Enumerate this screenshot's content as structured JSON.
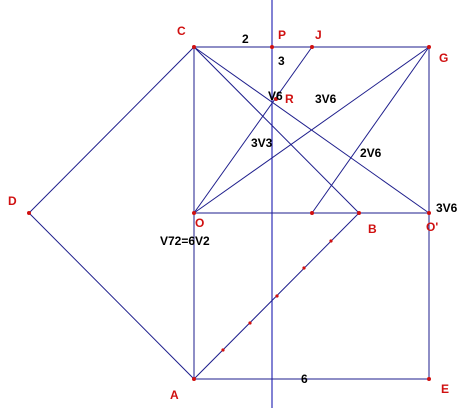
{
  "colors": {
    "line": "#1e1e8c",
    "axis": "#2f2fb8",
    "point": "#d01010",
    "point_label": "#d01010",
    "length_label": "#000000",
    "background": "#ffffff"
  },
  "point_labels": {
    "C": "C",
    "P": "P",
    "J": "J",
    "G": "G",
    "D": "D",
    "O": "O",
    "B": "B",
    "O_prime": "O'",
    "R": "R",
    "A": "A",
    "E": "E"
  },
  "length_labels": {
    "cp": "2",
    "pr_short": "3",
    "v6": "V6",
    "rg": "3V6",
    "or": "3V3",
    "jo": "2V6",
    "go": "3V6",
    "ao": "V72=6V2",
    "ae": "6"
  }
}
